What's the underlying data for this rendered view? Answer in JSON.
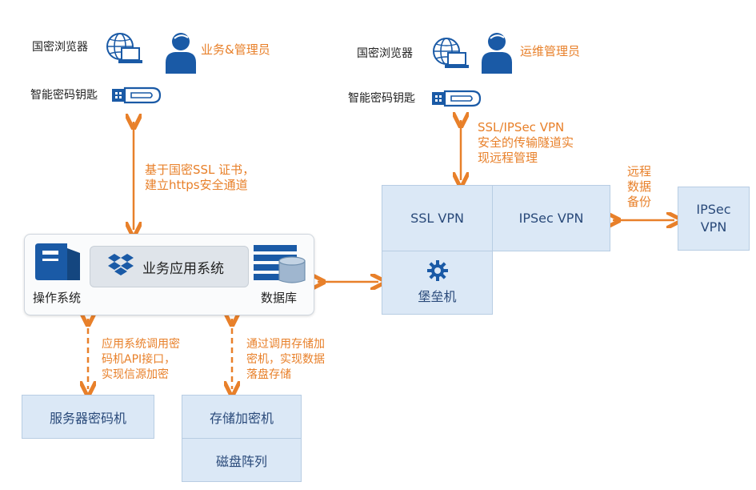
{
  "left_group": {
    "browser_label": "国密浏览器",
    "role_label": "业务&管理员",
    "key_label": "智能密码钥匙",
    "link_note_lines": [
      "基于国密SSL 证书，",
      "建立https安全通道"
    ]
  },
  "right_group": {
    "browser_label": "国密浏览器",
    "role_label": "运维管理员",
    "key_label": "智能密码钥匙",
    "link_note_lines": [
      "SSL/IPSec VPN",
      "安全的传输隧道实",
      "现远程管理"
    ]
  },
  "server_panel": {
    "os_label": "操作系统",
    "app_label": "业务应用系统",
    "db_label": "数据库"
  },
  "vpn_cluster": {
    "ssl_vpn_label": "SSL VPN",
    "ipsec_vpn_label": "IPSec  VPN",
    "bastion_label": "堡垒机"
  },
  "remote_backup_lines": [
    "远程",
    "数据",
    "备份"
  ],
  "remote_ipsec_lines": [
    "IPSec",
    "VPN"
  ],
  "hsm": {
    "note_lines": [
      "应用系统调用密",
      "码机API接口，",
      "实现信源加密"
    ],
    "label": "服务器密码机"
  },
  "storage": {
    "note_lines": [
      "通过调用存储加",
      "密机，实现数据",
      "落盘存储"
    ],
    "encryptor_label": "存储加密机",
    "disk_label": "磁盘阵列"
  },
  "colors": {
    "accent_orange": "#e8802a",
    "icon_blue": "#1a5aa6",
    "box_fill": "#dbe8f6",
    "box_text": "#2a4a7a"
  }
}
